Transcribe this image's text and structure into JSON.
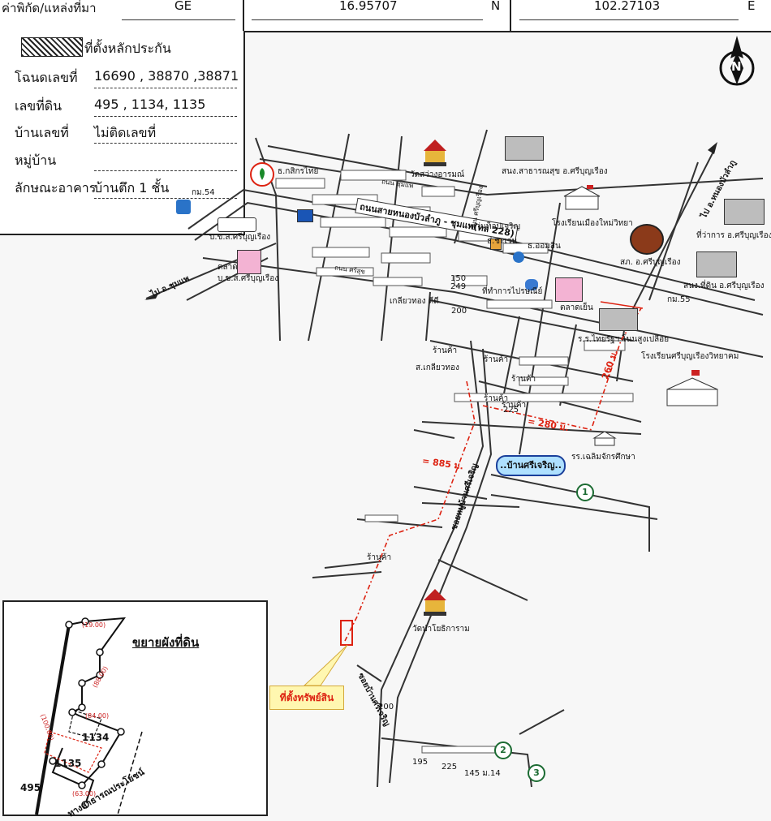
{
  "header": {
    "coord_label": "ค่าพิกัด/แหล่งที่มา",
    "source": "GE",
    "lat": "16.95707",
    "lat_dir": "N",
    "lon": "102.27103",
    "lon_dir": "E"
  },
  "legend": {
    "swatch_label": "ที่ตั้งหลักประกัน",
    "rows": [
      {
        "label": "โฉนดเลขที่",
        "value": "16690 , 38870 ,38871"
      },
      {
        "label": "เลขที่ดิน",
        "value": "495 , 1134, 1135"
      },
      {
        "label": "บ้านเลขที่",
        "value": "ไม่ติดเลขที่"
      },
      {
        "label": "หมู่บ้าน",
        "value": ""
      },
      {
        "label": "ลักษณะอาคาร",
        "value": "บ้านตึก 1 ชั้น"
      }
    ]
  },
  "compass": {
    "letter": "N"
  },
  "places": {
    "kasikorn": "ธ.กสิกรไทย",
    "temple1": "วัดสว่างอารมณ์",
    "health_office": "สนง.สาธารณสุข อ.ศรีบุญเรือง",
    "school1": "โรงเรียนเมืองใหม่วิทยา",
    "district_office": "ที่ว่าการ อ.ศรีบุญเรือง",
    "police": "สภ. อ.ศรีบุญเรือง",
    "land_office": "สนง.ที่ดิน อ.ศรีบุญเรือง",
    "km55": "กม.55",
    "km54": "กม.54",
    "bus_station": "บ.ข.ส.ศรีบุญเรือง",
    "market": "ตลาด",
    "market_sub": "บ.ข.ส.ศรีบุญเรือง",
    "glasses_shop": "แว่นท็อปเจริญ",
    "shop7": "ธ.ออมสิน",
    "seven": "ธ.ชะเว่น",
    "post": "ที่ทำการไปรษณีย์",
    "market_evening": "ตลาดเย็น",
    "school_chui": "ร.ร.ไทยรัฐฯ โนนสูงเปลือย",
    "school2": "โรงเรียนศรีบุญเรืองวิทยาคม",
    "school3": "รร.เฉลิมจักรศึกษา",
    "temple2": "วัดป่าโยธิการาม",
    "shop_ngkyo": "เกลียวทอง ดีดี",
    "shop_ngkyo2": "ส.เกลียวทอง",
    "shop_a": "ร้านค้า",
    "shop_b": "ร้านค้า",
    "shop_c": "ร้านค้า",
    "shop_d": "ร้านค้า",
    "shop_e": "ร้านค้า",
    "shop_f": "ร้านค้า",
    "num200a": "200",
    "num225": "225",
    "num150": "150",
    "num249": "249",
    "num200b": "200",
    "num195": "195",
    "num225b": "225",
    "num145": "145 ม.14"
  },
  "roads": {
    "main": "ถนนสายหนองบัวลำภู - ชุมแพ(ทล 228)",
    "to_chumphae": "ไป อ.ชุมแพ",
    "to_nongbua": "ไป อ.หนองบัวลำภู",
    "soi1": "ซอยหมู่บ้านศรีเจริญ",
    "soi2": "ซอยบ้านศรีเจริญ",
    "street_a": "ถนน ชุมแพ",
    "street_b": "ถนน ศรีสุข",
    "street_c": "ถนน ศรีบุญเรือง"
  },
  "distances": {
    "d1": "= 885 ม.",
    "d2": "= 280 ม.",
    "d3": "260 ม."
  },
  "village": "..บ้านศรีเจริญ..",
  "markers": [
    "1",
    "2",
    "3"
  ],
  "callout": "ที่ตั้งทรัพย์สิน",
  "inset": {
    "title": "ขยายผังที่ดิน",
    "parcels": [
      "1134",
      "1135",
      "495"
    ],
    "dims": [
      "(19.00)",
      "(88.00)",
      "(100.00)",
      "(84.00)",
      "(63.00)"
    ],
    "road": "ทางสาธารณประโยชน์"
  }
}
